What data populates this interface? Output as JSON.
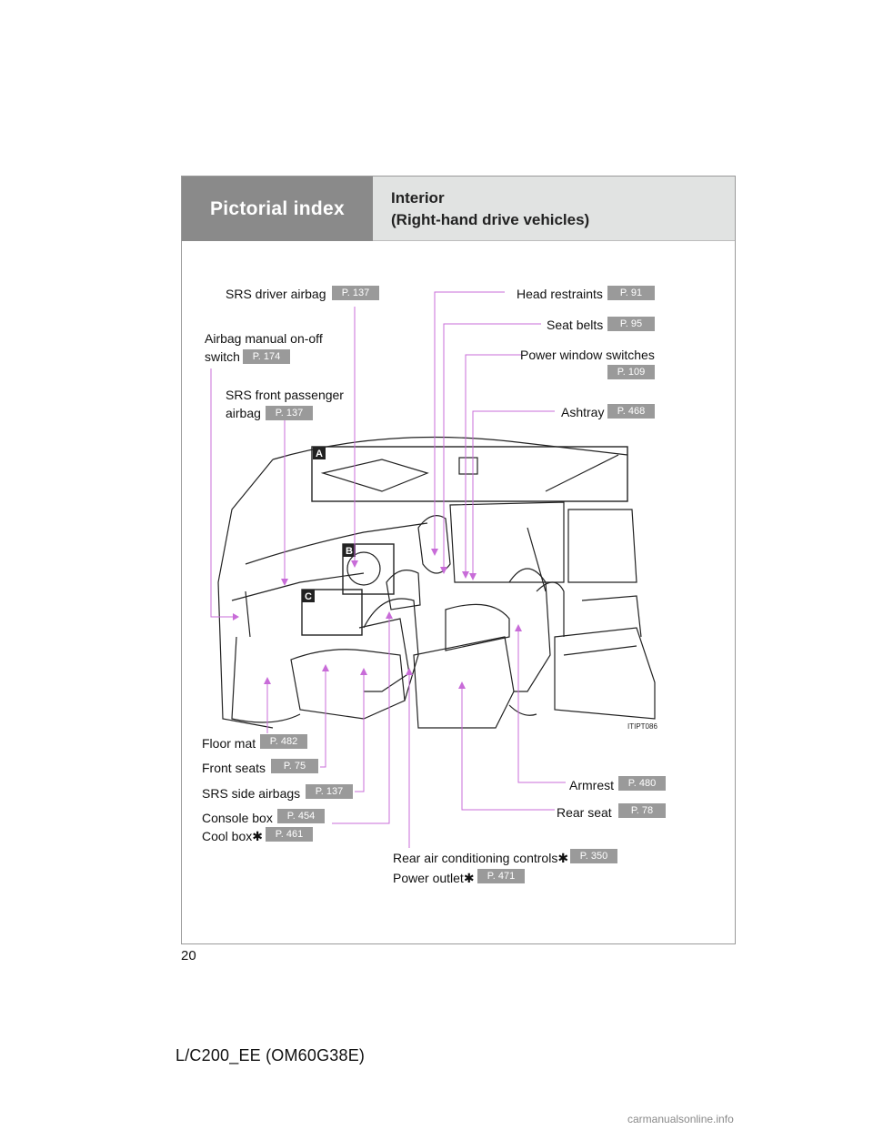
{
  "header": {
    "section_label": "Pictorial index",
    "title_line1": "Interior",
    "title_line2": "(Right-hand drive vehicles)"
  },
  "callouts": {
    "srs_driver_airbag": {
      "label": "SRS driver airbag",
      "page": "P. 137"
    },
    "airbag_manual_switch": {
      "label_line1": "Airbag manual on-off",
      "label_line2": "switch",
      "page": "P. 174"
    },
    "srs_front_passenger_airbag": {
      "label_line1": "SRS front passenger",
      "label_line2": "airbag",
      "page": "P. 137"
    },
    "head_restraints": {
      "label": "Head restraints",
      "page": "P. 91"
    },
    "seat_belts": {
      "label": "Seat belts",
      "page": "P. 95"
    },
    "power_window_switches": {
      "label": "Power window switches",
      "page": "P. 109"
    },
    "ashtray": {
      "label": "Ashtray",
      "page": "P. 468"
    },
    "floor_mat": {
      "label": "Floor mat",
      "page": "P. 482"
    },
    "front_seats": {
      "label": "Front seats",
      "page": "P. 75"
    },
    "srs_side_airbags": {
      "label": "SRS side airbags",
      "page": "P. 137"
    },
    "console_box": {
      "label": "Console box",
      "page": "P. 454"
    },
    "cool_box": {
      "label": "Cool box✱",
      "page": "P. 461"
    },
    "armrest": {
      "label": "Armrest",
      "page": "P. 480"
    },
    "rear_seat": {
      "label": "Rear seat",
      "page": "P. 78"
    },
    "rear_ac_controls": {
      "label": "Rear air conditioning controls✱",
      "page": "P. 350"
    },
    "power_outlet": {
      "label": "Power outlet✱",
      "page": "P. 471"
    }
  },
  "figure": {
    "inset_a": "A",
    "inset_b": "B",
    "inset_c": "C",
    "code": "ITIPT086"
  },
  "colors": {
    "leader_line": "#c86cd8",
    "page_tag": "#9a9a9a",
    "header_dark": "#8a8a8a",
    "header_light": "#e1e3e2"
  },
  "page_number": "20",
  "footer": "L/C200_EE (OM60G38E)",
  "watermark": "carmanualsonline.info"
}
